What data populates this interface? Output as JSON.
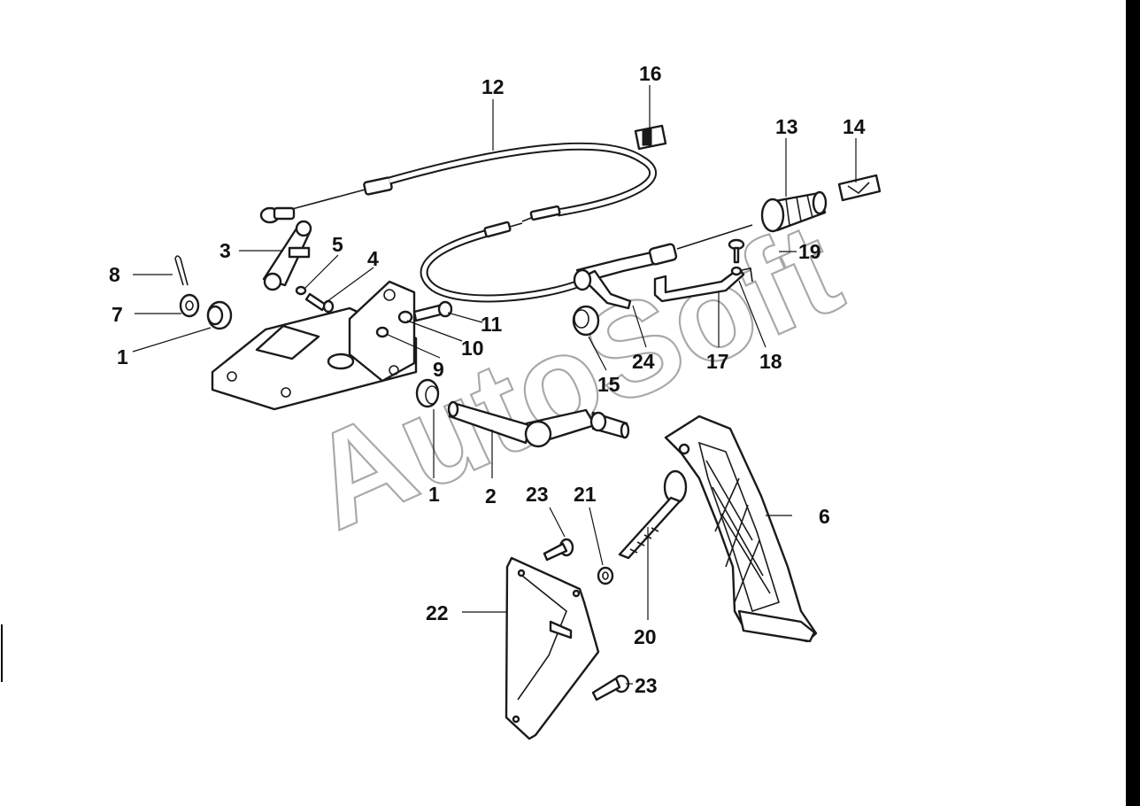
{
  "watermark": "AutoSoft",
  "callouts": [
    {
      "id": "label-1a",
      "text": "1"
    },
    {
      "id": "label-1b",
      "text": "1"
    },
    {
      "id": "label-2",
      "text": "2"
    },
    {
      "id": "label-3",
      "text": "3"
    },
    {
      "id": "label-4",
      "text": "4"
    },
    {
      "id": "label-5",
      "text": "5"
    },
    {
      "id": "label-6",
      "text": "6"
    },
    {
      "id": "label-7",
      "text": "7"
    },
    {
      "id": "label-8",
      "text": "8"
    },
    {
      "id": "label-9",
      "text": "9"
    },
    {
      "id": "label-10",
      "text": "10"
    },
    {
      "id": "label-11",
      "text": "11"
    },
    {
      "id": "label-12",
      "text": "12"
    },
    {
      "id": "label-13",
      "text": "13"
    },
    {
      "id": "label-14",
      "text": "14"
    },
    {
      "id": "label-15",
      "text": "15"
    },
    {
      "id": "label-16",
      "text": "16"
    },
    {
      "id": "label-17",
      "text": "17"
    },
    {
      "id": "label-18",
      "text": "18"
    },
    {
      "id": "label-19",
      "text": "19"
    },
    {
      "id": "label-20",
      "text": "20"
    },
    {
      "id": "label-21",
      "text": "21"
    },
    {
      "id": "label-22",
      "text": "22"
    },
    {
      "id": "label-23a",
      "text": "23"
    },
    {
      "id": "label-23b",
      "text": "23"
    },
    {
      "id": "label-24",
      "text": "24"
    }
  ]
}
